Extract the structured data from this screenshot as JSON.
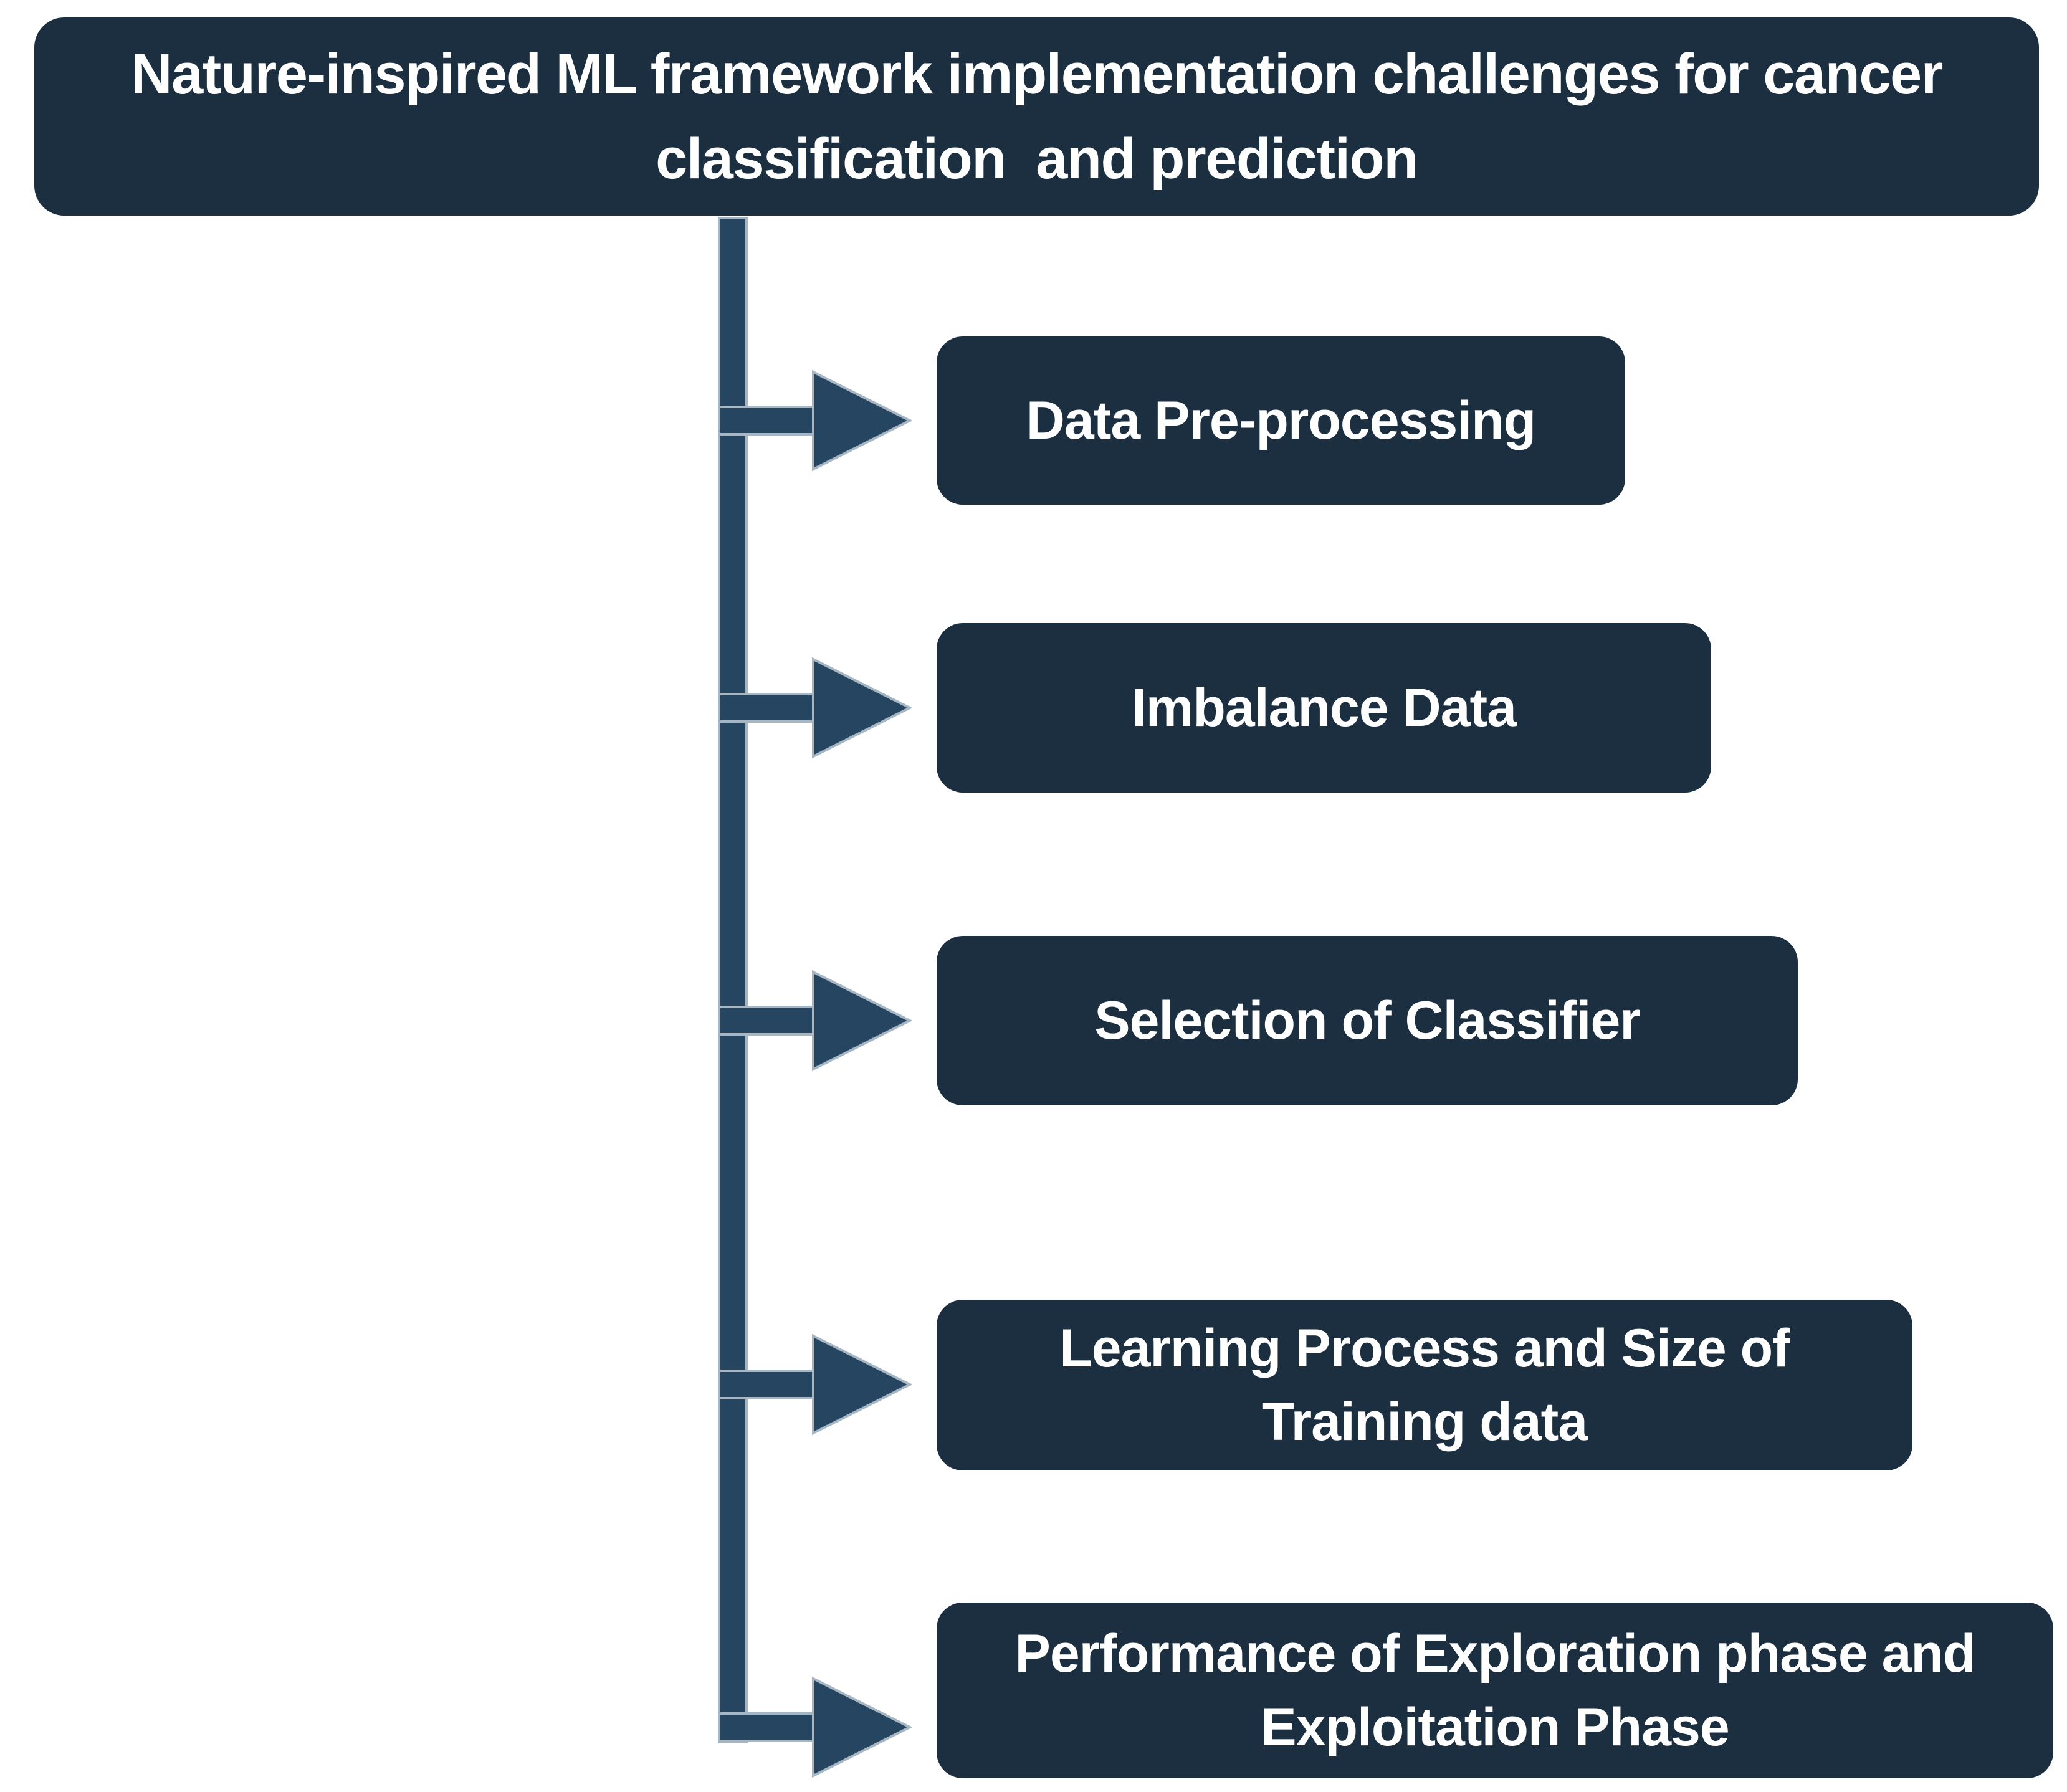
{
  "title": {
    "lines": [
      "Nature-inspired ML framework implementation challenges for cancer",
      "classification  and prediction"
    ]
  },
  "challenges": [
    {
      "lines": [
        "Data Pre-processing"
      ]
    },
    {
      "lines": [
        "Imbalance Data"
      ]
    },
    {
      "lines": [
        "Selection of Classifier"
      ]
    },
    {
      "lines": [
        "Learning Process and Size of",
        "Training data"
      ]
    },
    {
      "lines": [
        "Performance of Exploration phase and",
        "Exploitation Phase"
      ]
    }
  ],
  "colors": {
    "background": "#ffffff",
    "box_fill": "#1c2f40",
    "box_text": "#ffffff",
    "connector_fill": "#264560",
    "connector_outline": "#a6b6c3"
  }
}
